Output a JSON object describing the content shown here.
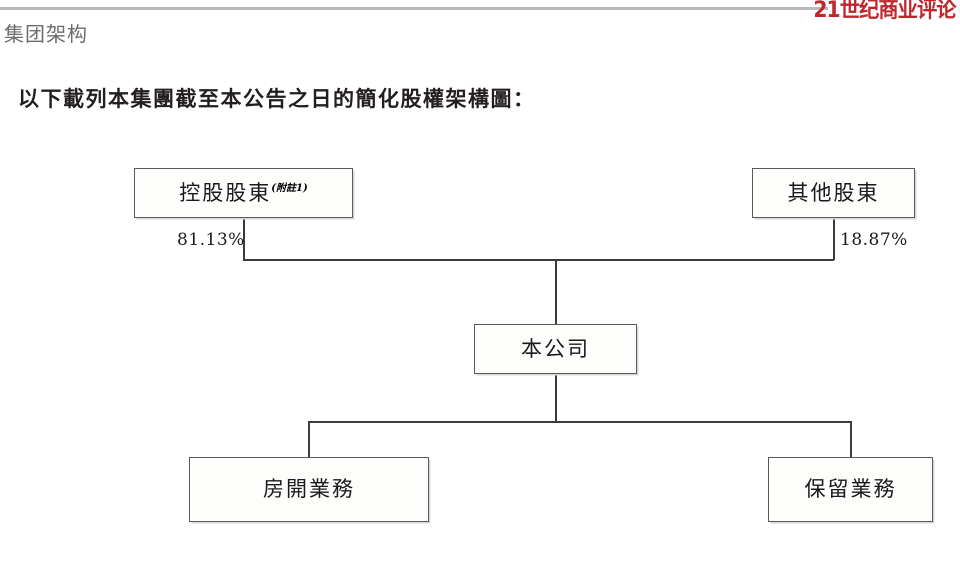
{
  "header": {
    "brand_logo": "21世纪商业评论",
    "brand_color": "#c0272d",
    "section_title": "集团架构",
    "divider_color": "#b9b9bd"
  },
  "body": {
    "intro_text": "以下載列本集團截至本公告之日的簡化股權架構圖："
  },
  "chart_data": {
    "type": "diagram",
    "title": "簡化股權架構圖",
    "nodes": [
      {
        "id": "controlling",
        "label": "控股股東",
        "note": "(附註1)",
        "tier": "top"
      },
      {
        "id": "other",
        "label": "其他股東",
        "note": "",
        "tier": "top"
      },
      {
        "id": "company",
        "label": "本公司",
        "note": "",
        "tier": "middle"
      },
      {
        "id": "property",
        "label": "房開業務",
        "note": "",
        "tier": "bottom"
      },
      {
        "id": "retained",
        "label": "保留業務",
        "note": "",
        "tier": "bottom"
      }
    ],
    "edges": [
      {
        "from": "controlling",
        "to": "company",
        "label": "81.13%"
      },
      {
        "from": "other",
        "to": "company",
        "label": "18.87%"
      },
      {
        "from": "company",
        "to": "property",
        "label": ""
      },
      {
        "from": "company",
        "to": "retained",
        "label": ""
      }
    ],
    "percentages": {
      "controlling": "81.13%",
      "other": "18.87%"
    },
    "box_border_color": "#5a5a5a",
    "line_color": "#3b3b3b"
  }
}
